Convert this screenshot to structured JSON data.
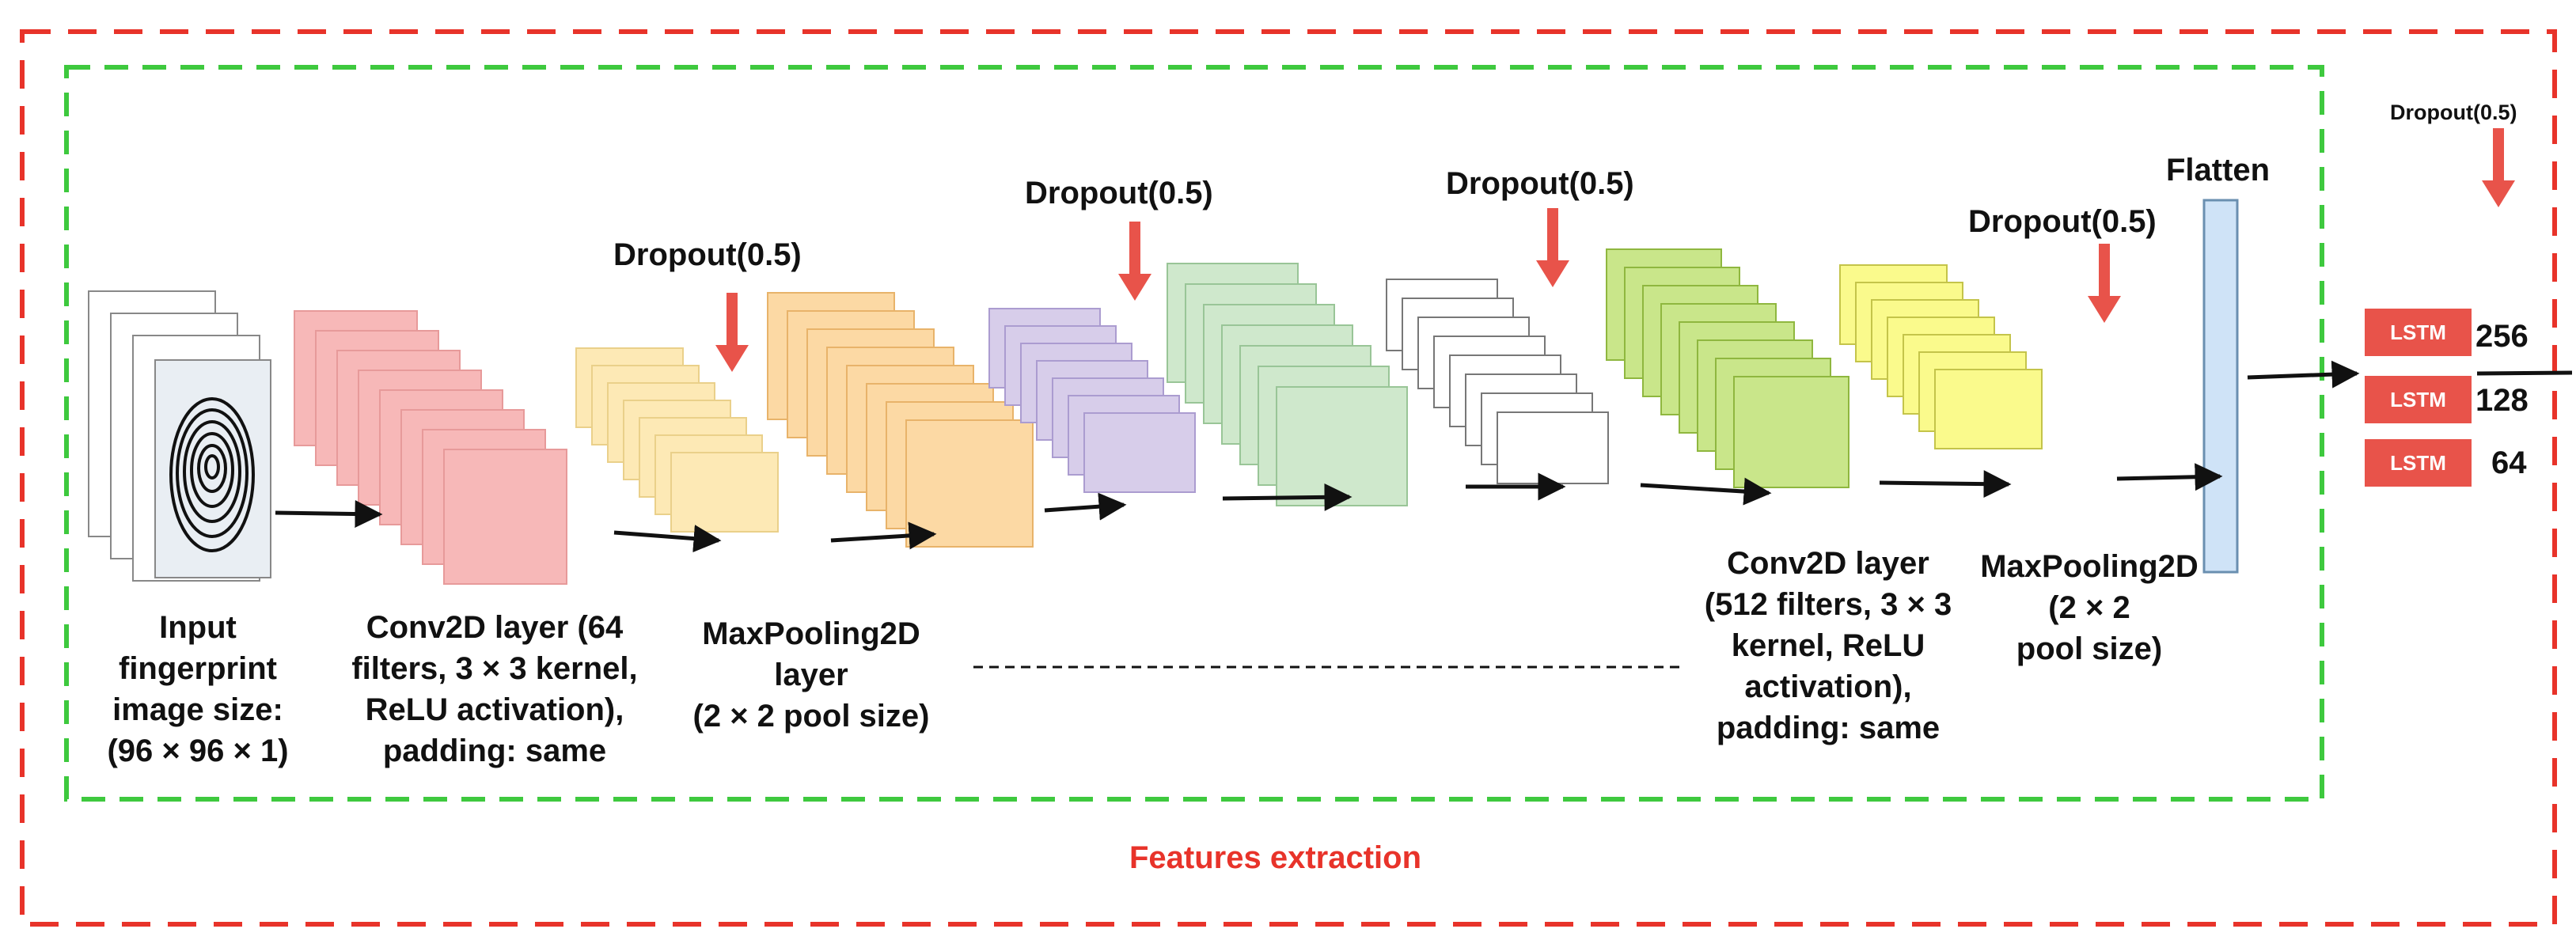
{
  "input": {
    "label_lines": [
      "Input",
      "fingerprint",
      "image size:",
      "(96 × 96 × 1)"
    ]
  },
  "conv1": {
    "label_lines": [
      "Conv2D layer (64",
      "filters, 3 × 3 kernel,",
      "ReLU activation),",
      "padding: same"
    ]
  },
  "pool1": {
    "label_lines": [
      "MaxPooling2D",
      "layer",
      "(2 × 2 pool size)"
    ]
  },
  "conv_last": {
    "label_lines": [
      "Conv2D layer",
      "(512 filters, 3 × 3",
      "kernel, ReLU",
      "activation),",
      "padding: same"
    ]
  },
  "pool_last": {
    "label_lines": [
      "MaxPooling2D",
      "(2 × 2",
      "pool size)"
    ]
  },
  "dropouts": {
    "d1": "Dropout(0.5)",
    "d2": "Dropout(0.5)",
    "d3": "Dropout(0.5)",
    "d4": "Dropout(0.5)",
    "d5": "Dropout(0.5)"
  },
  "flatten_label": "Flatten",
  "lstm": [
    {
      "label": "LSTM",
      "units": "256"
    },
    {
      "label": "LSTM",
      "units": "128"
    },
    {
      "label": "LSTM",
      "units": "64"
    }
  ],
  "footer_label": "Features extraction",
  "colors": {
    "outer_border": "#e8332a",
    "inner_border": "#3ec93e",
    "arrow_red": "#e8534a",
    "input_stack": "#ffffff",
    "conv1_stack": "#f7b8b8",
    "pool1_stack_small": "#fde9b5",
    "pool1_stack_large": "#fcd9a4",
    "stack_purple": "#d7cdea",
    "stack_green": "#cfe8cc",
    "stack_white": "#ffffff",
    "conv_last_stack": "#c9e68a",
    "pool_last_stack": "#fafa8c",
    "flatten_bar": "#cfe3f7",
    "lstm_box": "#e8534a"
  }
}
